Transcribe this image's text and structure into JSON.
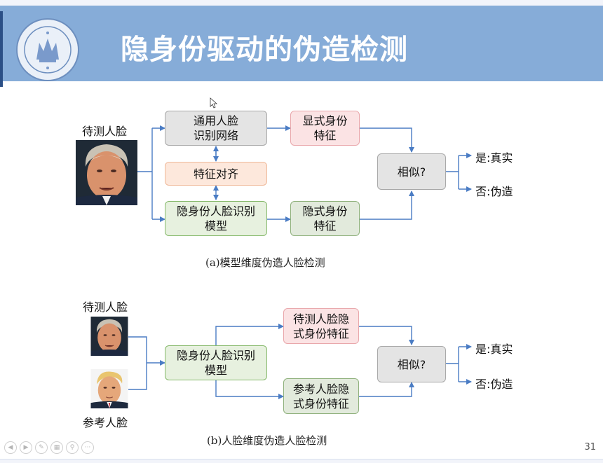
{
  "slide": {
    "title": "隐身份驱动的伪造检测",
    "page_number": "31"
  },
  "part_a": {
    "input_label": "待测人脸",
    "boxes": {
      "general_net": "通用人脸\n识别网络",
      "feature_align": "特征对齐",
      "hidden_model": "隐身份人脸识别\n模型",
      "explicit_feature": "显式身份\n特征",
      "implicit_feature": "隐式身份\n特征",
      "similar": "相似?"
    },
    "outputs": {
      "yes": "是:真实",
      "no": "否:伪造"
    },
    "caption": "(a)模型维度伪造人脸检测"
  },
  "part_b": {
    "test_label": "待测人脸",
    "ref_label": "参考人脸",
    "boxes": {
      "hidden_model": "隐身份人脸识别\n模型",
      "test_feature": "待测人脸隐\n式身份特征",
      "ref_feature": "参考人脸隐\n式身份特征",
      "similar": "相似?"
    },
    "outputs": {
      "yes": "是:真实",
      "no": "否:伪造"
    },
    "caption": "(b)人脸维度伪造人脸检测"
  },
  "colors": {
    "header": "#86acd8",
    "arrow": "#4a7cc4",
    "gray_box": "#e4e4e4",
    "pink_box": "#fbe3e4",
    "peach_box": "#fde8dc",
    "green_box": "#e7f1df"
  },
  "icons": [
    "university-logo",
    "face-photo-test",
    "face-photo-reference"
  ]
}
